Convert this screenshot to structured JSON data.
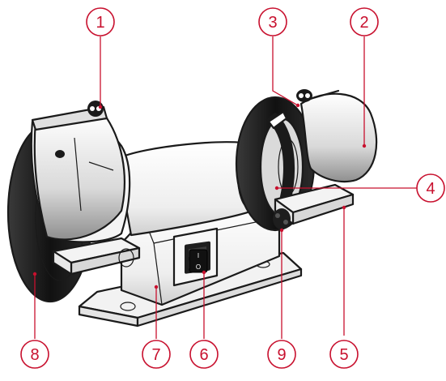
{
  "callouts": [
    {
      "id": "1",
      "label": "1"
    },
    {
      "id": "2",
      "label": "2"
    },
    {
      "id": "3",
      "label": "3"
    },
    {
      "id": "4",
      "label": "4"
    },
    {
      "id": "5",
      "label": "5"
    },
    {
      "id": "6",
      "label": "6"
    },
    {
      "id": "7",
      "label": "7"
    },
    {
      "id": "8",
      "label": "8"
    },
    {
      "id": "9",
      "label": "9"
    }
  ],
  "colors": {
    "callout": "#c8102e",
    "outline": "#1a1a1a",
    "body_light": "#f4f4f4",
    "wheel_dark": "#1c1c1c",
    "shield_grey": "#c9c9c9"
  }
}
